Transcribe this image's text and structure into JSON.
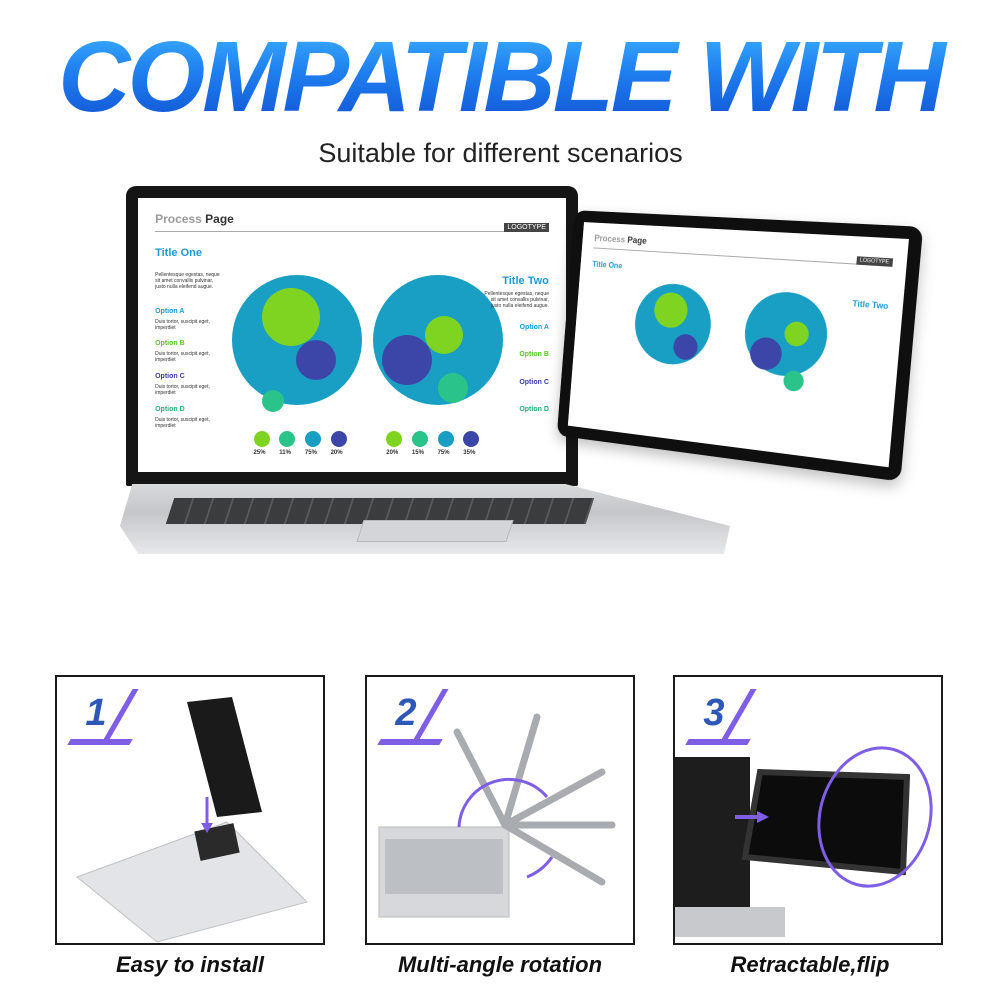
{
  "header": {
    "headline": "COMPATIBLE WITH",
    "subtitle": "Suitable for different scenarios"
  },
  "screen_slide": {
    "title_light": "Process",
    "title_bold": "Page",
    "logotype": "LOGOTYPE",
    "title_one": "Title One",
    "title_two": "Title Two",
    "body_text": "Pellentesque egestas, neque sit amet convallis pulvinar, justo nulla eleifend augue.",
    "option_text": "Duis tortor, suscipit eget, imperdiet",
    "options": [
      "Option A",
      "Option B",
      "Option C",
      "Option D"
    ],
    "left_percents": [
      "25%",
      "11%",
      "75%",
      "20%"
    ],
    "right_percents": [
      "20%",
      "15%",
      "75%",
      "35%"
    ]
  },
  "panels": [
    {
      "number": "1",
      "caption": "Easy to install"
    },
    {
      "number": "2",
      "caption": "Multi-angle rotation"
    },
    {
      "number": "3",
      "caption": "Retractable,flip"
    }
  ],
  "colors": {
    "headline_blue": "#1f7ff0",
    "accent_purple": "#7f5ee6",
    "circle_teal": "#1a9fc4",
    "circle_green": "#7fd321",
    "circle_navy": "#3c46a8",
    "circle_mint": "#2ac48a"
  }
}
